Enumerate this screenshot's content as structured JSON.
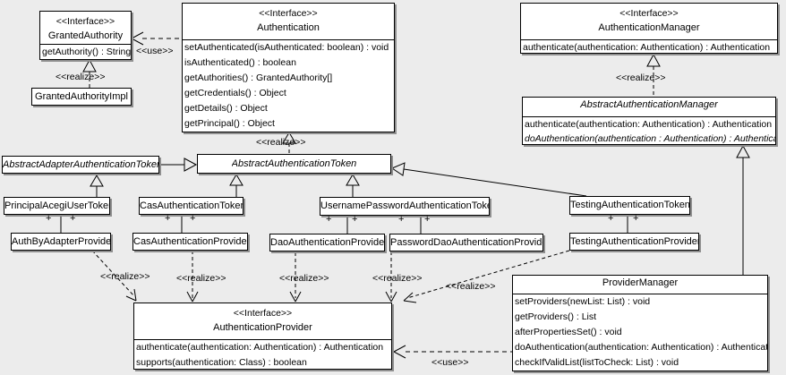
{
  "labels": {
    "interface_stereotype": "<<Interface>>",
    "realize": "<<realize>>",
    "use": "<<use>>",
    "plus": "+"
  },
  "colors": {
    "background": "#ececec",
    "box_fill": "#ffffff",
    "line": "#000000",
    "shadow": "#8f8f8f"
  },
  "classes": {
    "granted_authority": {
      "stereotype": "<<Interface>>",
      "name": "GrantedAuthority",
      "methods": [
        "getAuthority() : String"
      ]
    },
    "granted_authority_impl": {
      "name": "GrantedAuthorityImpl"
    },
    "authentication": {
      "stereotype": "<<Interface>>",
      "name": "Authentication",
      "methods": [
        "setAuthenticated(isAuthenticated: boolean) : void",
        "isAuthenticated() : boolean",
        "getAuthorities() : GrantedAuthority[]",
        "getCredentials() : Object",
        "getDetails() : Object",
        "getPrincipal() : Object"
      ]
    },
    "authentication_manager": {
      "stereotype": "<<Interface>>",
      "name": "AuthenticationManager",
      "methods": [
        "authenticate(authentication: Authentication) : Authentication"
      ]
    },
    "abstract_authentication_manager": {
      "name": "AbstractAuthenticationManager",
      "methods": [
        "authenticate(authentication: Authentication) : Authentication",
        "doAuthentication(authentication : Authentication) : Authentication"
      ]
    },
    "abstract_adapter_authentication_token": {
      "name": "AbstractAdapterAuthenticationToken"
    },
    "abstract_authentication_token": {
      "name": "AbstractAuthenticationToken"
    },
    "principal_acegi_user_token": {
      "name": "PrincipalAcegiUserToken"
    },
    "cas_authentication_token": {
      "name": "CasAuthenticationToken"
    },
    "username_password_authentication_token": {
      "name": "UsernamePasswordAuthenticationToken"
    },
    "testing_authentication_token": {
      "name": "TestingAuthenticationToken"
    },
    "auth_by_adapter_provider": {
      "name": "AuthByAdapterProvider"
    },
    "cas_authentication_provider": {
      "name": "CasAuthenticationProvider"
    },
    "dao_authentication_provider": {
      "name": "DaoAuthenticationProvider"
    },
    "password_dao_authentication_provider": {
      "name": "PasswordDaoAuthenticationProvider"
    },
    "testing_authentication_provider": {
      "name": "TestingAuthenticationProvider"
    },
    "authentication_provider": {
      "stereotype": "<<Interface>>",
      "name": "AuthenticationProvider",
      "methods": [
        "authenticate(authentication: Authentication) : Authentication",
        "supports(authentication: Class) : boolean"
      ]
    },
    "provider_manager": {
      "name": "ProviderManager",
      "methods": [
        "setProviders(newList: List) : void",
        "getProviders() : List",
        "afterPropertiesSet() : void",
        "doAuthentication(authentication: Authentication) : Authentication",
        "checkIfValidList(listToCheck: List) : void"
      ]
    }
  }
}
